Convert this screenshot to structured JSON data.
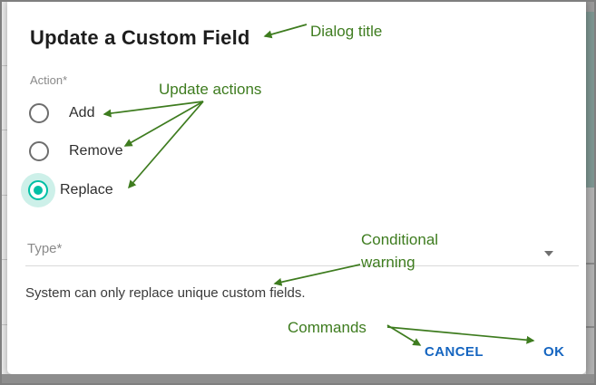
{
  "dialog": {
    "title": "Update a Custom Field",
    "action_group": {
      "label": "Action*",
      "options": [
        {
          "label": "Add",
          "selected": false
        },
        {
          "label": "Remove",
          "selected": false
        },
        {
          "label": "Replace",
          "selected": true
        }
      ]
    },
    "type_field": {
      "label": "Type*",
      "value": ""
    },
    "warning": "System can only replace unique custom fields.",
    "buttons": {
      "cancel": "CANCEL",
      "ok": "OK"
    }
  },
  "annotations": {
    "dialog_title": "Dialog title",
    "update_actions": "Update actions",
    "conditional_warning": "Conditional warning",
    "commands": "Commands"
  },
  "colors": {
    "annotation_green": "#3e7c1f",
    "radio_selected_teal": "#00bfa5",
    "radio_halo_teal": "#cdf0e9",
    "button_blue": "#1565c0",
    "title_text": "#1d1d1d",
    "muted_label": "#8a8a8a"
  }
}
